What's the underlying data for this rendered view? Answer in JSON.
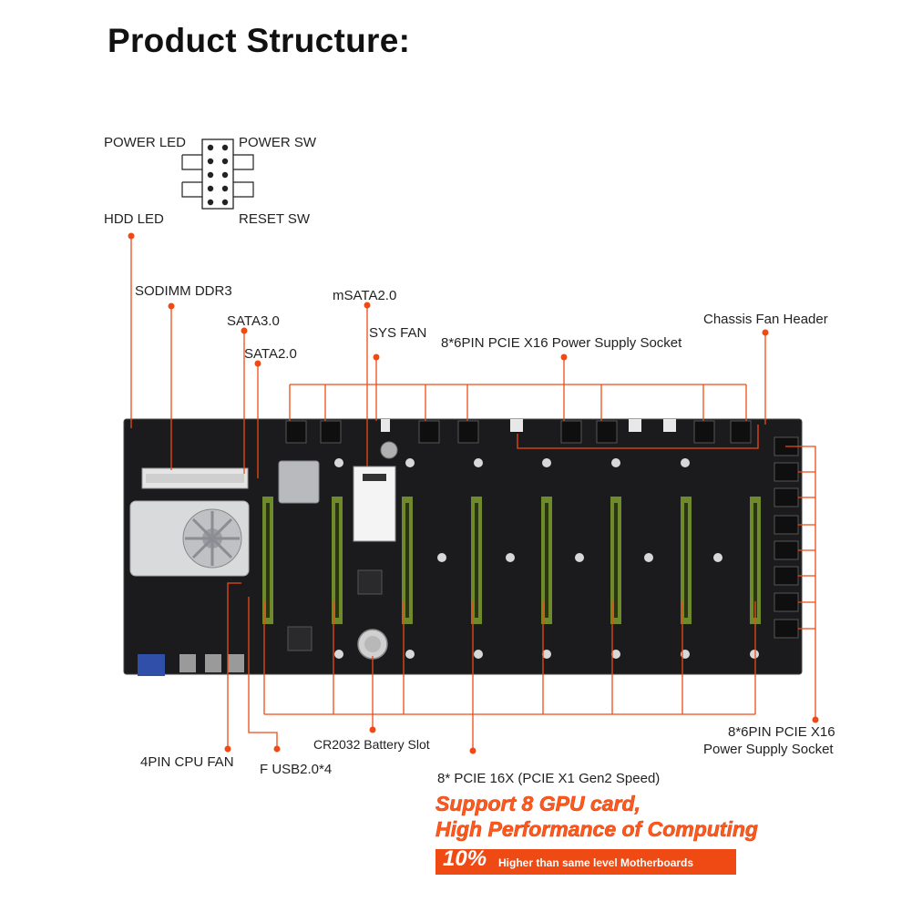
{
  "title": "Product Structure:",
  "front_panel": {
    "power_led": "POWER LED",
    "power_sw": "POWER SW",
    "hdd_led": "HDD  LED",
    "reset_sw": "RESET SW"
  },
  "labels": {
    "sodimm": "SODIMM DDR3",
    "sata3": "SATA3.0",
    "sata2": "SATA2.0",
    "msata": "mSATA2.0",
    "sys_fan": "SYS FAN",
    "pcie_power_top": "8*6PIN PCIE X16 Power Supply Socket",
    "chassis_fan": "Chassis Fan Header",
    "pcie_power_right_line1": "8*6PIN PCIE X16",
    "pcie_power_right_line2": "Power Supply Socket",
    "cpu_fan": "4PIN CPU FAN",
    "usb": "F USB2.0*4",
    "battery": "CR2032 Battery Slot",
    "pcie_slots": "8* PCIE 16X (PCIE X1 Gen2 Speed)"
  },
  "promo": {
    "line1": "Support 8 GPU card,",
    "line2": "High Performance of Computing",
    "percent": "10%",
    "bar_text": "Higher than same level Motherboards"
  },
  "colors": {
    "accent": "#ef4a14",
    "board": "#1b1b1d",
    "slot": "#6f8a2a"
  }
}
